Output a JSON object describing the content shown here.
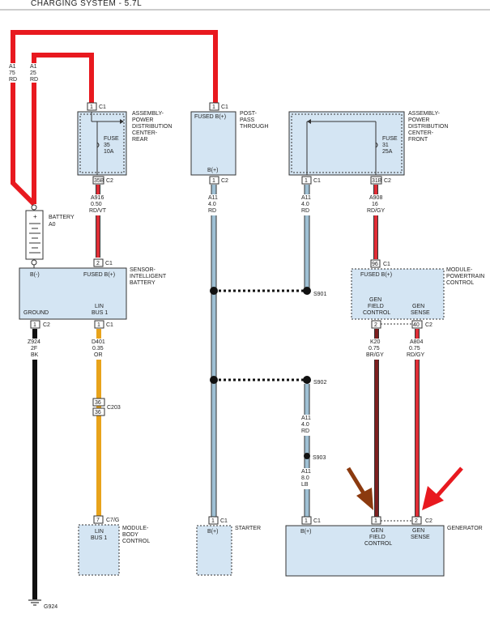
{
  "title": "CHARGING SYSTEM - 5.7L",
  "colors": {
    "red_wire": "#e8191f",
    "red_gy_wire": "#e02d36",
    "br_gy_wire": "#7d1f1f",
    "blue_wire": "#9fc0d4",
    "orange_wire": "#e8a31b",
    "black_wire": "#111111",
    "box_fill": "#d4e5f3",
    "arrow_brown": "#8b3a0f",
    "arrow_red": "#e8191f"
  },
  "wires": {
    "a1_left": [
      "A1",
      "75",
      "RD"
    ],
    "a1_right": [
      "A1",
      "25",
      "RD"
    ],
    "a916": [
      "A916",
      "0.50",
      "RD/VT"
    ],
    "a11_mid": [
      "A11",
      "4.0",
      "RD"
    ],
    "a11_right": [
      "A11",
      "4.0",
      "RD"
    ],
    "a908": [
      "A908",
      "16",
      "RD/GY"
    ],
    "z924": [
      "Z924",
      "2F",
      "BK"
    ],
    "d401": [
      "D401",
      "0.35",
      "OR"
    ],
    "k20": [
      "K20",
      "0.75",
      "BR/GY"
    ],
    "a804": [
      "A804",
      "0.75",
      "RD/GY"
    ],
    "a11_low": [
      "A11",
      "4.0",
      "RD"
    ],
    "a11_lb": [
      "A11",
      "8.0",
      "LB"
    ]
  },
  "components": {
    "pdc_rear": {
      "name": [
        "ASSEMBLY-",
        "POWER",
        "DISTRIBUTION",
        "CENTER-",
        "REAR"
      ],
      "fuse": [
        "FUSE",
        "35",
        "10A"
      ],
      "pin_in": "1",
      "conn_in": "C1",
      "pin_out": "35B",
      "conn_out": "C2"
    },
    "post": {
      "name": [
        "POST-",
        "PASS",
        "THROUGH"
      ],
      "top_label": "FUSED B(+)",
      "bottom_label": "B(+)",
      "pin_in": "1",
      "conn_in": "C1",
      "pin_out": "1",
      "conn_out": "C2"
    },
    "pdc_front": {
      "name": [
        "ASSEMBLY-",
        "POWER",
        "DISTRIBUTION",
        "CENTER-",
        "FRONT"
      ],
      "fuse": [
        "FUSE",
        "31",
        "25A"
      ],
      "pin_left": "1",
      "conn_left": "C1",
      "pin_right": "31B",
      "conn_right": "C2"
    },
    "battery": {
      "name": [
        "BATTERY",
        "A0"
      ]
    },
    "ibs": {
      "name": [
        "SENSOR-",
        "INTELLIGENT",
        "BATTERY"
      ],
      "neg": "B(-)",
      "fused": "FUSED B(+)",
      "ground": "GROUND",
      "lin": [
        "LIN",
        "BUS 1"
      ],
      "pin_top": "2",
      "conn_top": "C1",
      "pin_gnd": "1",
      "conn_gnd": "C2",
      "pin_lin": "1",
      "conn_lin": "C1"
    },
    "pcm": {
      "name": [
        "MODULE-",
        "POWERTRAIN",
        "CONTROL"
      ],
      "fused": "FUSED B(+)",
      "gen_field": [
        "GEN",
        "FIELD",
        "CONTROL"
      ],
      "gen_sense": [
        "GEN",
        "SENSE"
      ],
      "pin_top": "96",
      "conn_top": "C1",
      "pin_gf": "2",
      "pin_gs": "40",
      "conn_bottom": "C2"
    },
    "bcm": {
      "name": [
        "MODULE-",
        "BODY",
        "CONTROL"
      ],
      "lin": [
        "LIN",
        "BUS 1"
      ],
      "pin": "7",
      "conn": "C7/G"
    },
    "starter": {
      "name": "STARTER",
      "label": "B(+)",
      "pin": "1",
      "conn": "C1"
    },
    "generator": {
      "name": "GENERATOR",
      "bplus": "B(+)",
      "gen_field": [
        "GEN",
        "FIELD",
        "CONTROL"
      ],
      "gen_sense": [
        "GEN",
        "SENSE"
      ],
      "pin_b": "1",
      "conn_b": "C1",
      "pin_gf": "1",
      "pin_gs": "2",
      "conn_gen": "C2"
    }
  },
  "splices": [
    "S901",
    "S902",
    "S903"
  ],
  "connector_c203": {
    "pin_top": "36",
    "pin_bottom": "36",
    "name": "C203"
  },
  "ground": "G924"
}
